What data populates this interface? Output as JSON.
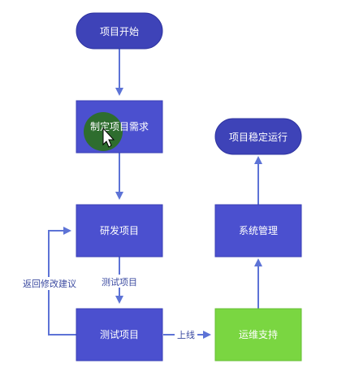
{
  "colors": {
    "node_fill": "#4b50cf",
    "node_stroke": "#3a3fb6",
    "pill_fill": "#3e43b8",
    "success_fill": "#7ad641",
    "arrow": "#5d73d6",
    "label_text": "#3b4aa0",
    "cursor_circle": "#2e6d2e",
    "highlight_text": "#e5f23a"
  },
  "nodes": {
    "start": {
      "label": "项目开始"
    },
    "requirements": {
      "label": "制定项目需求"
    },
    "develop": {
      "label": "研发项目"
    },
    "test": {
      "label": "测试项目"
    },
    "support": {
      "label": "运维支持"
    },
    "manage": {
      "label": "系统管理"
    },
    "stable": {
      "label": "项目稳定运行"
    }
  },
  "edges": {
    "develop_to_test": {
      "label": "测试项目"
    },
    "test_to_develop": {
      "label": "返回修改建议"
    },
    "test_to_support": {
      "label": "上线"
    }
  },
  "overlay": {
    "cursor_icon": "pointer-hand-icon",
    "highlight_icon": "click-highlight-icon"
  }
}
